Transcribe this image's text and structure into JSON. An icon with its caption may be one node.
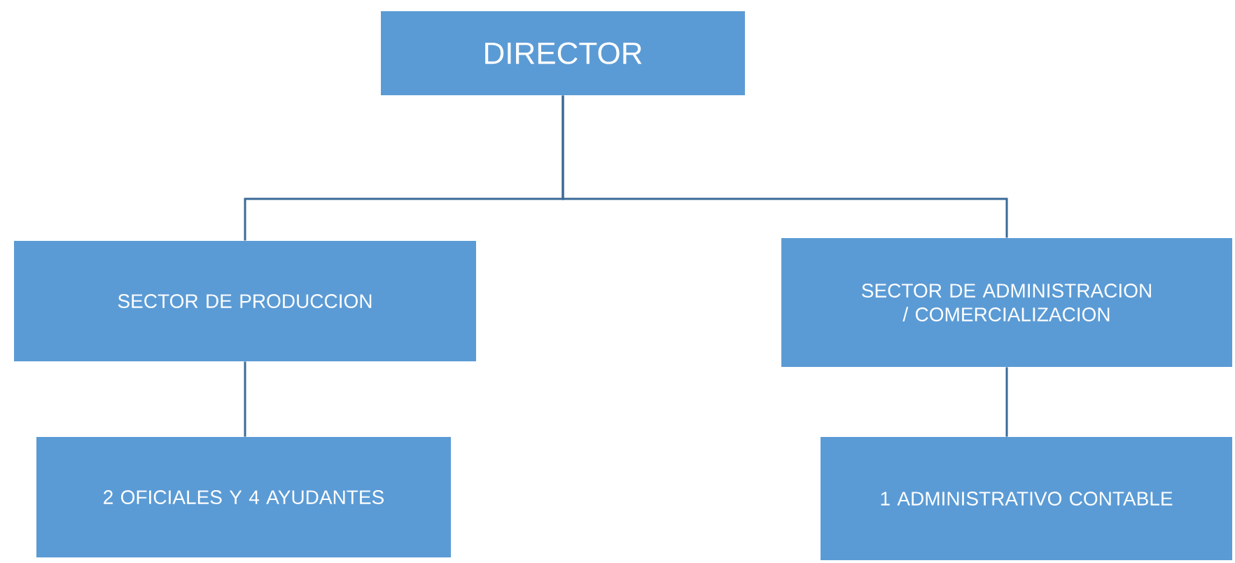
{
  "diagram": {
    "nodes": [
      {
        "text": [
          "DIRECTOR"
        ]
      },
      {
        "text": [
          "SECTOR DE PRODUCCION"
        ]
      },
      {
        "text": [
          "SECTOR DE ADMINISTRACION / COMERCIALIZACION"
        ]
      },
      {
        "text": [
          "2 OFICIALES Y 4 AYUDANTES"
        ]
      },
      {
        "text": [
          "1 ADMINISTRATIVO CONTABLE"
        ]
      }
    ],
    "edges": [
      {
        "from": 0,
        "to": 1,
        "arrow": "none"
      },
      {
        "from": 0,
        "to": 2,
        "arrow": "none"
      },
      {
        "from": 1,
        "to": 3,
        "arrow": "none"
      },
      {
        "from": 2,
        "to": 4,
        "arrow": "none"
      }
    ]
  }
}
